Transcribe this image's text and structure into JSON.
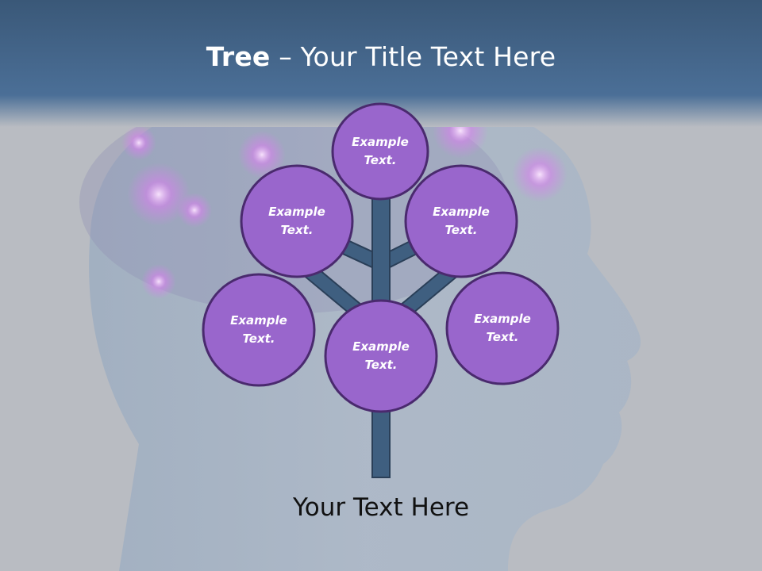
{
  "title": {
    "bold": "Tree",
    "rest": " – Your Title Text Here"
  },
  "caption": "Your Text Here",
  "colors": {
    "node_fill": "#9966cc",
    "node_stroke": "#4a2a6e",
    "branch": "#3f5f80",
    "header": "#46698f"
  },
  "nodes": [
    {
      "id": "top",
      "line1": "Example",
      "line2": "Text."
    },
    {
      "id": "upper-left",
      "line1": "Example",
      "line2": "Text."
    },
    {
      "id": "upper-right",
      "line1": "Example",
      "line2": "Text."
    },
    {
      "id": "lower-left",
      "line1": "Example",
      "line2": "Text."
    },
    {
      "id": "center",
      "line1": "Example",
      "line2": "Text."
    },
    {
      "id": "lower-right",
      "line1": "Example",
      "line2": "Text."
    }
  ]
}
